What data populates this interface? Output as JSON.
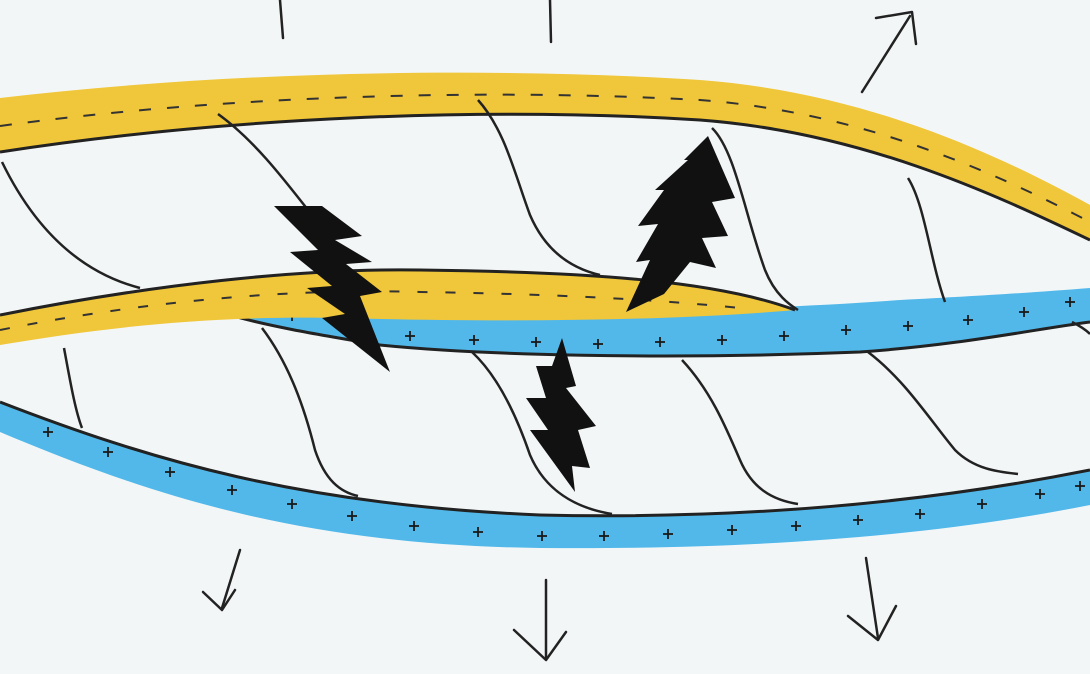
{
  "diagram": {
    "kind": "hand-drawn schematic",
    "palette": {
      "background": "#f3f6f7",
      "negative_layer": "#f0c63a",
      "positive_layer": "#52b8ea",
      "ink": "#222222",
      "bolt": "#111111"
    },
    "layers": [
      {
        "name": "negative",
        "sign": "-",
        "count": 2
      },
      {
        "name": "positive",
        "sign": "+",
        "count": 2
      }
    ],
    "bolts": 3,
    "arrows": {
      "up": 3,
      "down": 3
    }
  }
}
